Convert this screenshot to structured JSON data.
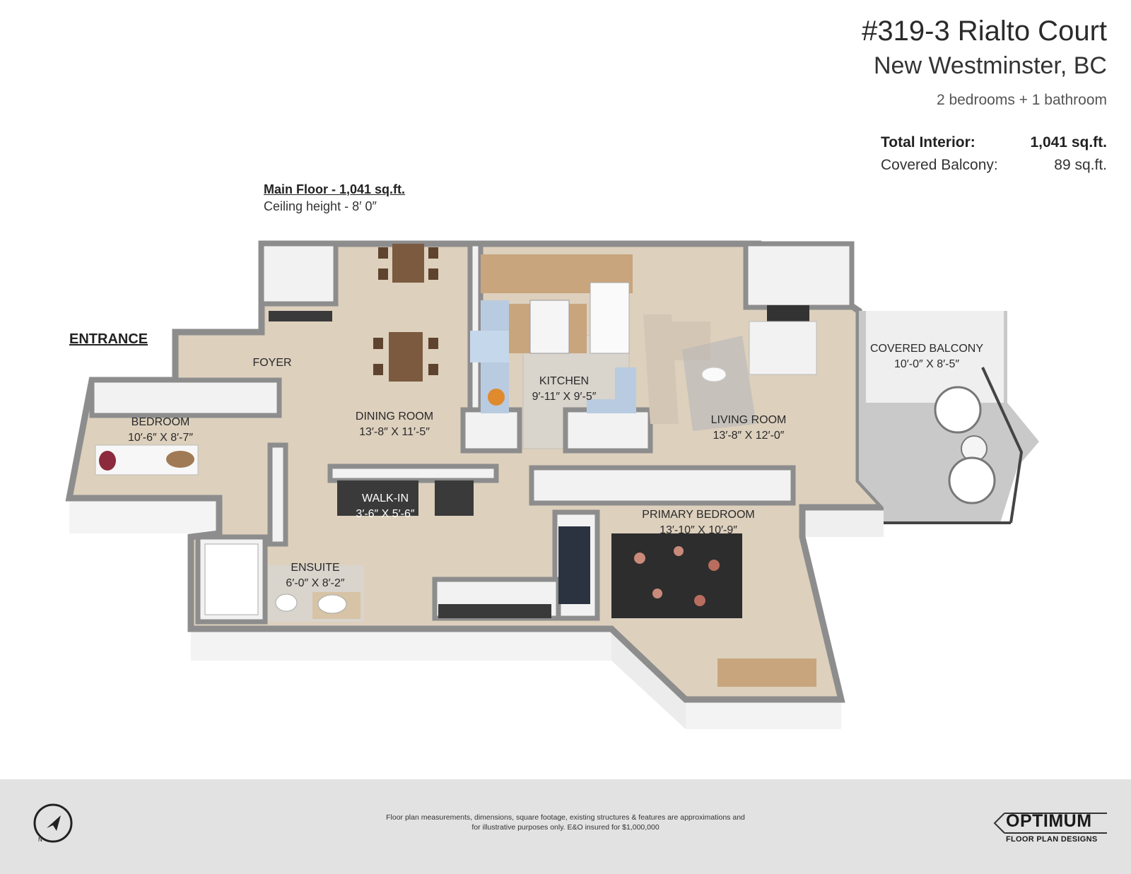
{
  "header": {
    "title": "#319-3 Rialto Court",
    "subtitle": "New Westminster, BC",
    "rooms_summary": "2 bedrooms + 1 bathroom",
    "total_interior_label": "Total Interior:",
    "total_interior_value": "1,041 sq.ft.",
    "balcony_label": "Covered Balcony:",
    "balcony_value": "89 sq.ft."
  },
  "floor": {
    "name": "Main Floor - 1,041 sq.ft.",
    "ceiling": "Ceiling height - 8′ 0″",
    "entrance": "ENTRANCE"
  },
  "rooms": {
    "foyer": {
      "name": "FOYER"
    },
    "bedroom": {
      "name": "BEDROOM",
      "size": "10′-6″ X 8′-7″"
    },
    "dining": {
      "name": "DINING ROOM",
      "size": "13′-8″ X 11′-5″"
    },
    "kitchen": {
      "name": "KITCHEN",
      "size": "9′-11″ X 9′-5″"
    },
    "living": {
      "name": "LIVING ROOM",
      "size": "13′-8″ X 12′-0″"
    },
    "balcony": {
      "name": "COVERED BALCONY",
      "size": "10′-0″ X 8′-5″"
    },
    "walkin": {
      "name": "WALK-IN",
      "size": "3′-6″ X 5′-6″"
    },
    "ensuite": {
      "name": "ENSUITE",
      "size": "6′-0″ X 8′-2″"
    },
    "primary": {
      "name": "PRIMARY BEDROOM",
      "size": "13′-10″ X 10′-9″"
    }
  },
  "footer": {
    "disclaimer_line1": "Floor plan measurements, dimensions, square footage, existing structures & features are approximations and",
    "disclaimer_line2": "for illustrative purposes only.  E&O insured for $1,000,000",
    "logo_main": "OPTIMUM",
    "logo_sub": "FLOOR PLAN DESIGNS"
  },
  "colors": {
    "floor": "#ddd0bd",
    "wall_top": "#8d8d8d",
    "wall_face": "#f2f2f2",
    "balcony_floor": "#c9c9c9",
    "cabinet": "#c8a57d",
    "footer_bg": "#e2e2e2"
  }
}
